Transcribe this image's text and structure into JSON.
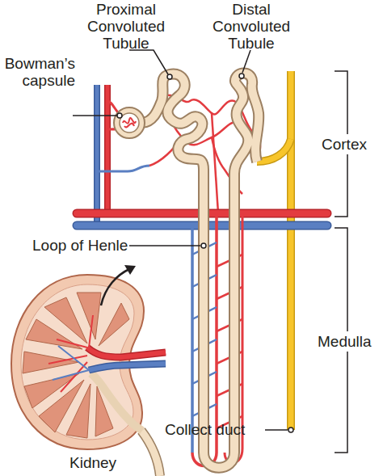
{
  "diagram": {
    "labels": [
      "Proximal Convoluted Tubule",
      "Distal Convoluted Tubule",
      "Bowman’s capsule",
      "Cortex",
      "Loop of Henle",
      "Medulla",
      "Collect duct",
      "Kidney"
    ]
  }
}
